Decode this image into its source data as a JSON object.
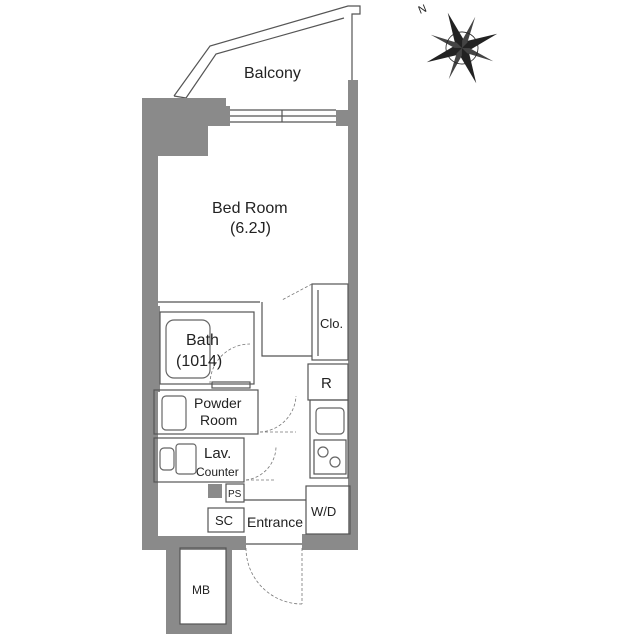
{
  "rooms": {
    "balcony": "Balcony",
    "bedroom": "Bed Room",
    "bedroom_size": "(6.2J)",
    "closet": "Clo.",
    "bath": "Bath",
    "bath_size": "(1014)",
    "refrigerator": "R",
    "powder_room_line1": "Powder",
    "powder_room_line2": "Room",
    "lavatory": "Lav.",
    "counter": "Counter",
    "pipe_space": "PS",
    "shoe_closet": "SC",
    "entrance": "Entrance",
    "walk_in_closet": "W/D",
    "meter_box": "MB"
  },
  "compass": {
    "north_label": "N"
  }
}
